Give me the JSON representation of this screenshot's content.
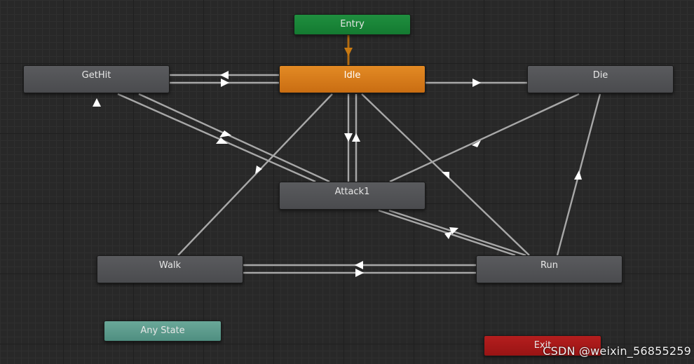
{
  "nodes": {
    "entry": "Entry",
    "idle": "Idle",
    "gethit": "GetHit",
    "die": "Die",
    "attack1": "Attack1",
    "walk": "Walk",
    "run": "Run",
    "any_state": "Any State",
    "exit": "Exit"
  },
  "watermark": "CSDN @weixin_56855259",
  "colors": {
    "entry": "#1b8a3a",
    "default_state": "#e07f1c",
    "state": "#535457",
    "any_state": "#5f9f90",
    "exit": "#a81a1a",
    "transition": "#a8a8a8"
  }
}
